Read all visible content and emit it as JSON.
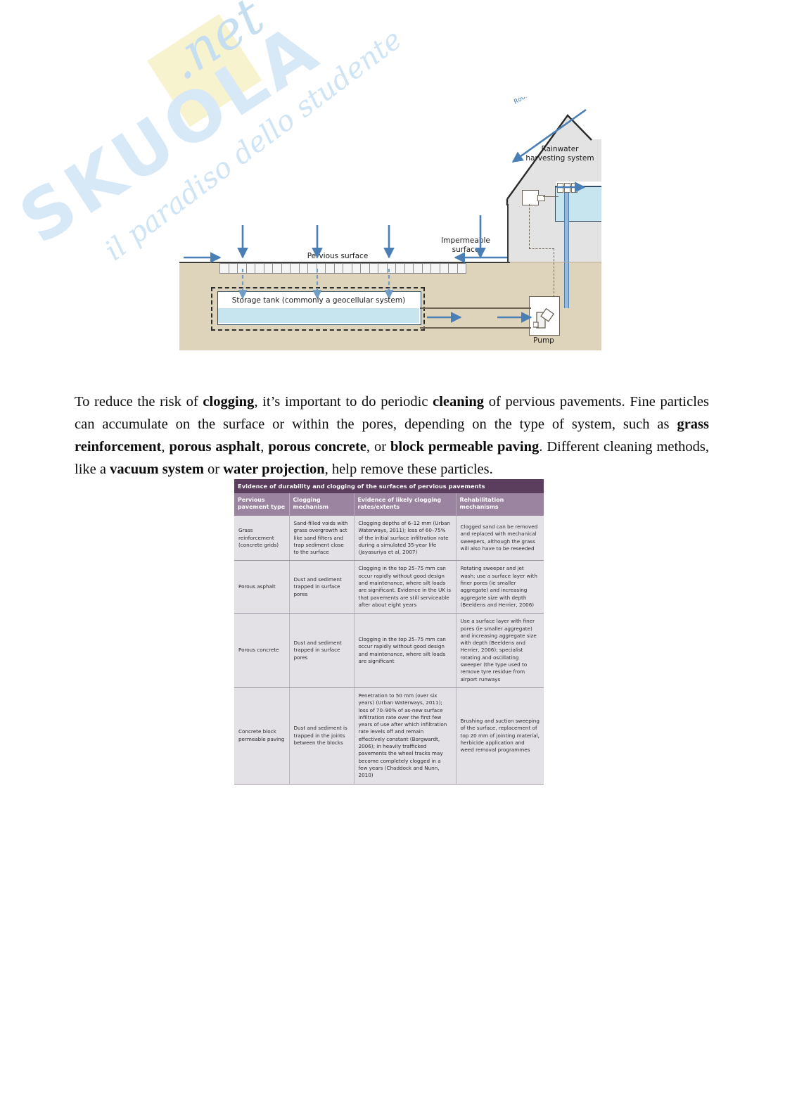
{
  "watermark": {
    "brand": "SKUOLA",
    "domain": ".net",
    "tagline": "il paradiso dello studente"
  },
  "figure": {
    "labels": {
      "roof_runoff": "Roof runoff",
      "rainwater_harvesting": "Rainwater\nharvesting system",
      "rainwater_harvesting_line1": "Rainwater",
      "rainwater_harvesting_line2": "harvesting system",
      "impermeable_line1": "Impermeable",
      "impermeable_line2": "surface",
      "pervious_surface": "Pervious surface",
      "storage_tank": "Storage tank (commonly a geocellular system)",
      "pump": "Pump"
    },
    "colors": {
      "ground": "#ded3bb",
      "house": "#e3e3e3",
      "water": "#c6e5ef",
      "arrow": "#4a7fb5",
      "outline": "#3a3a38"
    }
  },
  "paragraph": {
    "segments": [
      {
        "text": "To reduce the risk of ",
        "bold": false
      },
      {
        "text": "clogging",
        "bold": true
      },
      {
        "text": ", it’s important to do periodic ",
        "bold": false
      },
      {
        "text": "cleaning",
        "bold": true
      },
      {
        "text": " of pervious pavements. Fine particles can accumulate on the surface or within the pores, depending on the type of system, such as ",
        "bold": false
      },
      {
        "text": "grass reinforcement",
        "bold": true
      },
      {
        "text": ", ",
        "bold": false
      },
      {
        "text": "porous asphalt",
        "bold": true
      },
      {
        "text": ", ",
        "bold": false
      },
      {
        "text": "porous concrete",
        "bold": true
      },
      {
        "text": ", or ",
        "bold": false
      },
      {
        "text": "block permeable paving",
        "bold": true
      },
      {
        "text": ". Different cleaning methods, like a ",
        "bold": false
      },
      {
        "text": "vacuum system",
        "bold": true
      },
      {
        "text": " or ",
        "bold": false
      },
      {
        "text": "water projection",
        "bold": true
      },
      {
        "text": ", help remove these particles.",
        "bold": false
      }
    ]
  },
  "table": {
    "title": "Evidence of durability and clogging of the surfaces of pervious pavements",
    "headers": [
      "Pervious\npavement type",
      "Clogging\nmechanism",
      "Evidence of likely clogging\nrates/extents",
      "Rehabilitation\nmechanisms"
    ],
    "headers_flat": [
      "Pervious pavement type",
      "Clogging mechanism",
      "Evidence of likely clogging rates/extents",
      "Rehabilitation mechanisms"
    ],
    "rows": [
      {
        "type": "Grass reinforcement (concrete grids)",
        "mechanism": "Sand-filled voids with grass overgrowth act like sand filters and trap sediment close to the surface",
        "evidence": "Clogging depths of 6–12 mm (Urban Waterways, 2011); loss of 60–75% of the initial surface infiltration rate during a simulated 35-year life (Jayasuriya et al, 2007)",
        "rehabilitation": "Clogged sand can be removed and replaced with mechanical sweepers, although the grass will also have to be reseeded"
      },
      {
        "type": "Porous asphalt",
        "mechanism": "Dust and sediment trapped in surface pores",
        "evidence": "Clogging in the top 25–75 mm can occur rapidly without good design and maintenance, where silt loads are significant. Evidence in the UK is that pavements are still serviceable after about eight years",
        "rehabilitation": "Rotating sweeper and jet wash; use a surface layer with finer pores (ie smaller aggregate) and increasing aggregate size with depth (Beeldens and Herrier, 2006)"
      },
      {
        "type": "Porous concrete",
        "mechanism": "Dust and sediment trapped in surface pores",
        "evidence": "Clogging in the top 25–75 mm can occur rapidly without good design and maintenance, where silt loads are significant",
        "rehabilitation": "Use a surface layer with finer pores (ie smaller aggregate) and increasing aggregate size with depth (Beeldens and Herrier, 2006); specialist rotating and oscillating sweeper (the type used to remove tyre residue from airport runways"
      },
      {
        "type": "Concrete block permeable paving",
        "mechanism": "Dust and sediment is trapped in the joints between the blocks",
        "evidence": "Penetration to 50 mm (over six years) (Urban Waterways, 2011); loss of 70–90% of as-new surface infiltration rate over the first few years of use after which infiltration rate levels off and remain effectively constant (Borgwardt, 2006); in heavily trafficked pavements the wheel tracks may become completely clogged in a few years (Chaddock and Nunn, 2010)",
        "rehabilitation": "Brushing and suction sweeping of the surface, replacement of top 20 mm of jointing material, herbicide application and weed removal programmes"
      }
    ],
    "colors": {
      "title_bg": "#5b3d5e",
      "header_bg": "#9b84a0",
      "cell_bg": "#e4e1e6"
    }
  }
}
